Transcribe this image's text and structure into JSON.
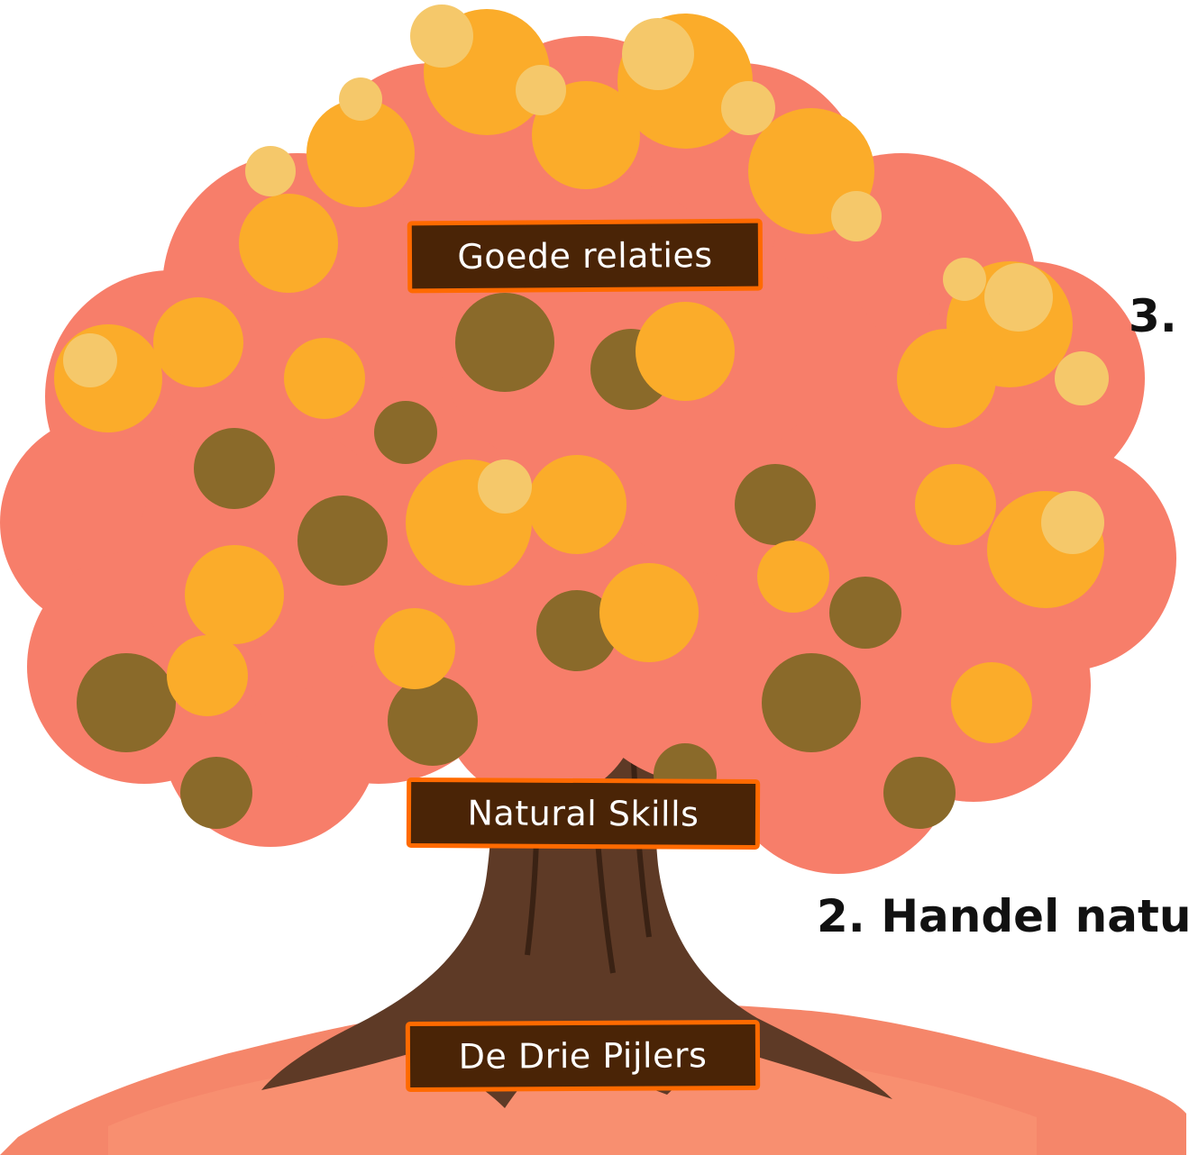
{
  "signs": {
    "top": "Goede relaties",
    "middle": "Natural Skills",
    "bottom": "De Drie Pijlers"
  },
  "side_labels": {
    "label_3": "3.",
    "label_2": "2. Handel natu"
  },
  "colors": {
    "sign_fill": "#4a2406",
    "sign_border": "#ff6a00",
    "leaf_light": "#f5c86a",
    "leaf_orange": "#fbac2a",
    "leaf_pink": "#f77e6a",
    "leaf_olive": "#8a6a2a",
    "trunk": "#5e3a26",
    "ground": "#f5866a"
  }
}
